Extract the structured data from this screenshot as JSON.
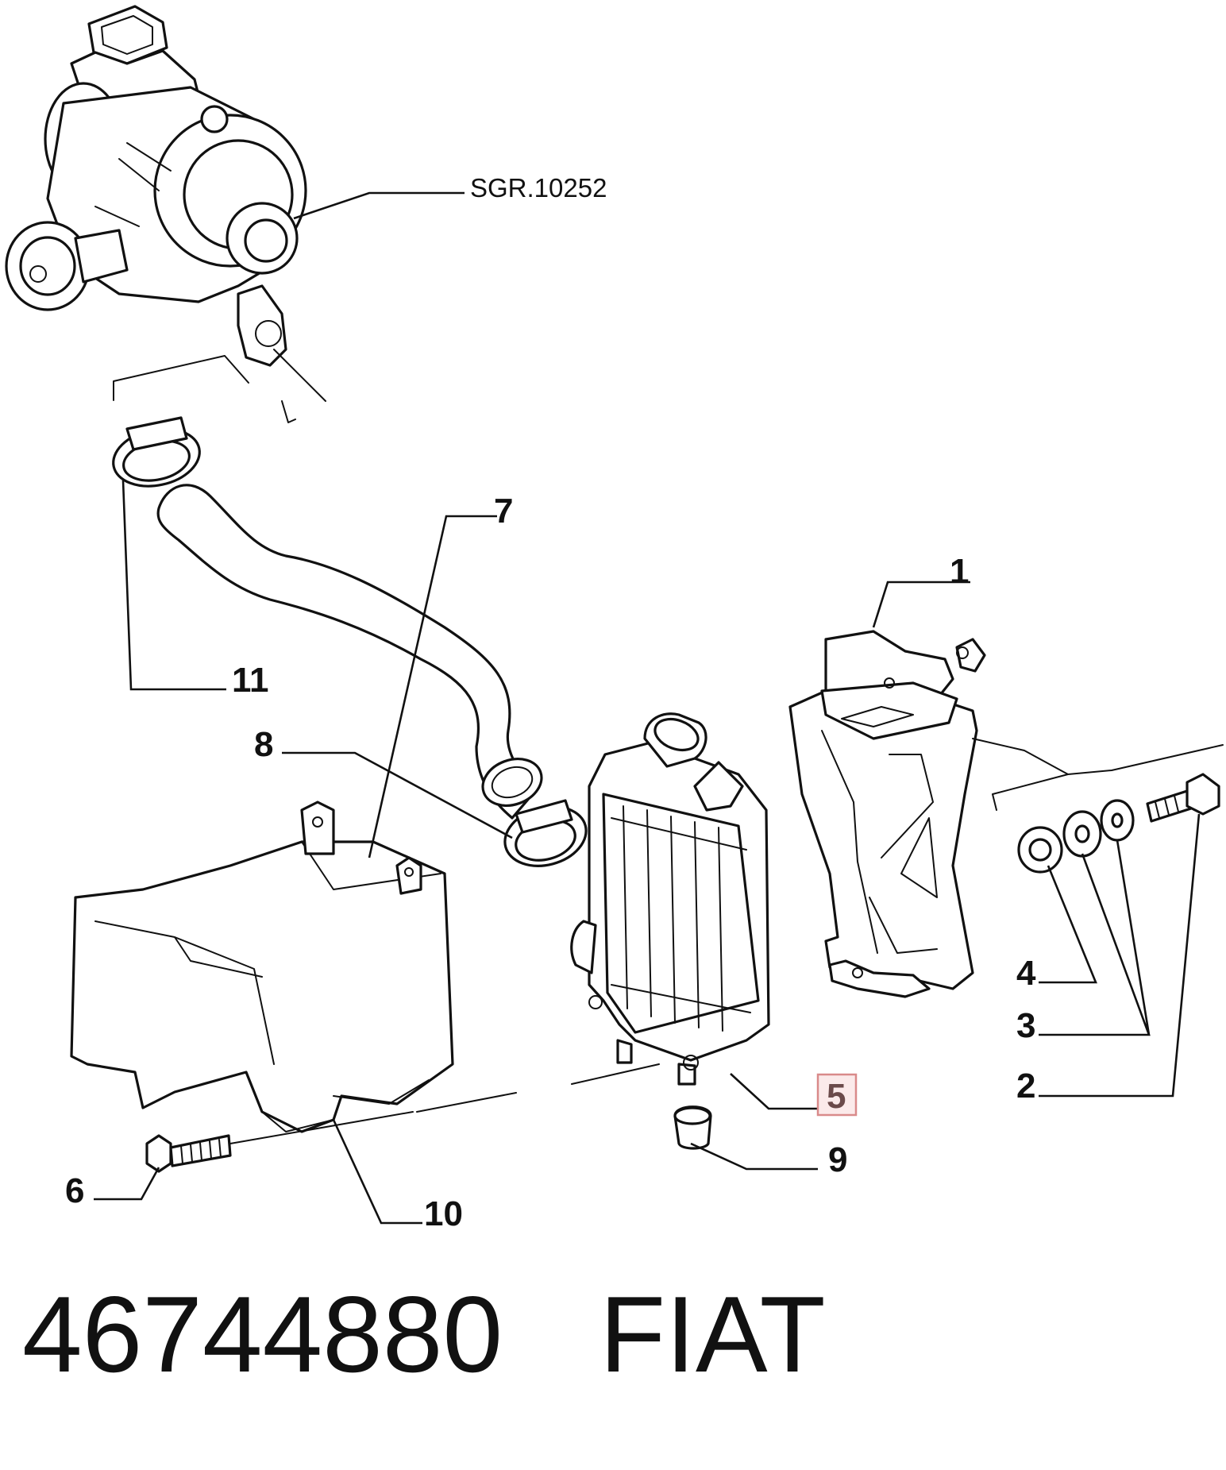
{
  "diagram": {
    "reference_label": "SGR.10252",
    "callouts": [
      {
        "id": "1",
        "label": "1"
      },
      {
        "id": "2",
        "label": "2"
      },
      {
        "id": "3",
        "label": "3"
      },
      {
        "id": "4",
        "label": "4"
      },
      {
        "id": "5",
        "label": "5",
        "highlighted": true
      },
      {
        "id": "6",
        "label": "6"
      },
      {
        "id": "7",
        "label": "7"
      },
      {
        "id": "8",
        "label": "8"
      },
      {
        "id": "9",
        "label": "9"
      },
      {
        "id": "10",
        "label": "10"
      },
      {
        "id": "11",
        "label": "11"
      }
    ],
    "highlight_color": "#d98a8a"
  },
  "footer": {
    "part_number": "46744880",
    "brand": "FIAT"
  }
}
